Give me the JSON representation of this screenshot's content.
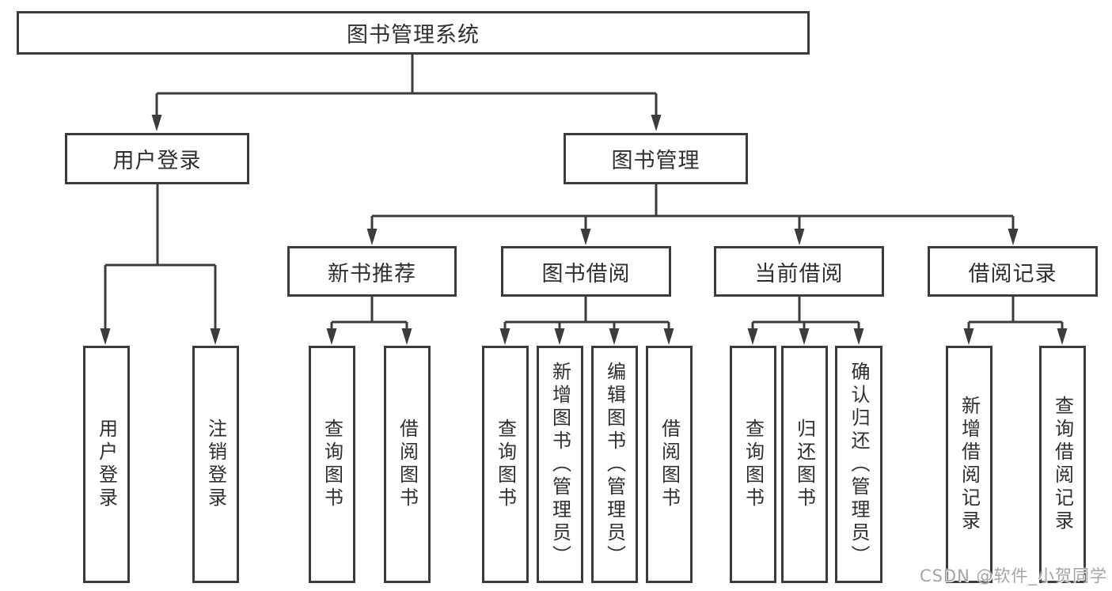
{
  "root": {
    "label": "图书管理系统"
  },
  "user_login_branch": {
    "label": "用户登录",
    "children": [
      {
        "label": "用户登录"
      },
      {
        "label": "注销登录"
      }
    ]
  },
  "book_mgmt_branch": {
    "label": "图书管理",
    "sections": [
      {
        "label": "新书推荐",
        "children": [
          {
            "label": "查询图书"
          },
          {
            "label": "借阅图书"
          }
        ]
      },
      {
        "label": "图书借阅",
        "children": [
          {
            "label": "查询图书"
          },
          {
            "label": "新增图书（管理员）"
          },
          {
            "label": "编辑图书（管理员）"
          },
          {
            "label": "借阅图书"
          }
        ]
      },
      {
        "label": "当前借阅",
        "children": [
          {
            "label": "查询图书"
          },
          {
            "label": "归还图书"
          },
          {
            "label": "确认归还（管理员）"
          }
        ]
      },
      {
        "label": "借阅记录",
        "children": [
          {
            "label": "新增借阅记录"
          },
          {
            "label": "查询借阅记录"
          }
        ]
      }
    ]
  },
  "watermark": {
    "text": "CSDN @软件_小贺同学"
  },
  "colors": {
    "line": "#3c3c3c",
    "text": "#2f2f2f",
    "background": "#ffffff",
    "watermark": "#a4a4a4"
  }
}
